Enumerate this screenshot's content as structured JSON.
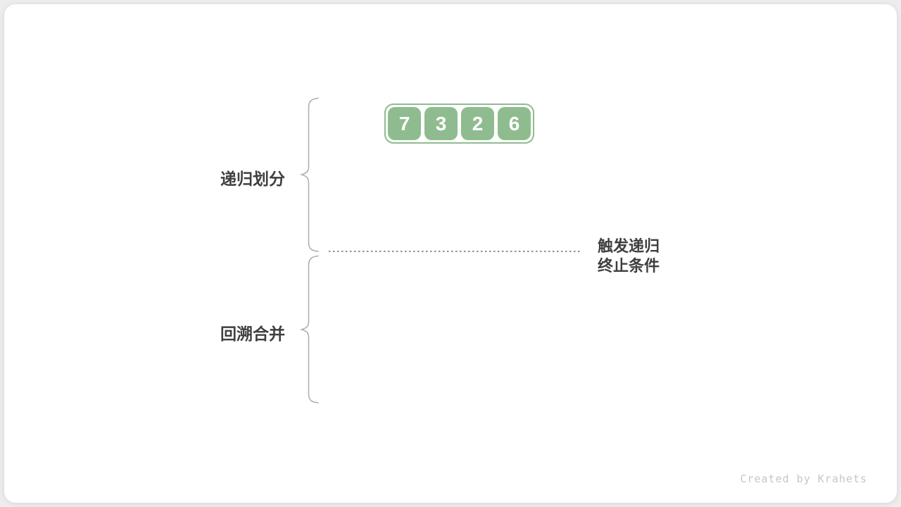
{
  "page": {
    "background_color": "#ededed",
    "card_color": "#ffffff"
  },
  "diagram": {
    "array": {
      "values": [
        7,
        3,
        2,
        6
      ],
      "cell_color": "#8FBC8F",
      "cell_text_color": "#ffffff",
      "border_color": "#8FBC8F"
    },
    "labels": {
      "recursive_divide": "递归划分",
      "backtrack_merge": "回溯合并",
      "termination_line1": "触发递归",
      "termination_line2": "终止条件"
    },
    "colors": {
      "brace": "#b0b0b0",
      "dotted_line": "#8f8f8f",
      "label_text": "#3f3f3f"
    }
  },
  "footer": {
    "watermark": "Created by Krahets"
  }
}
